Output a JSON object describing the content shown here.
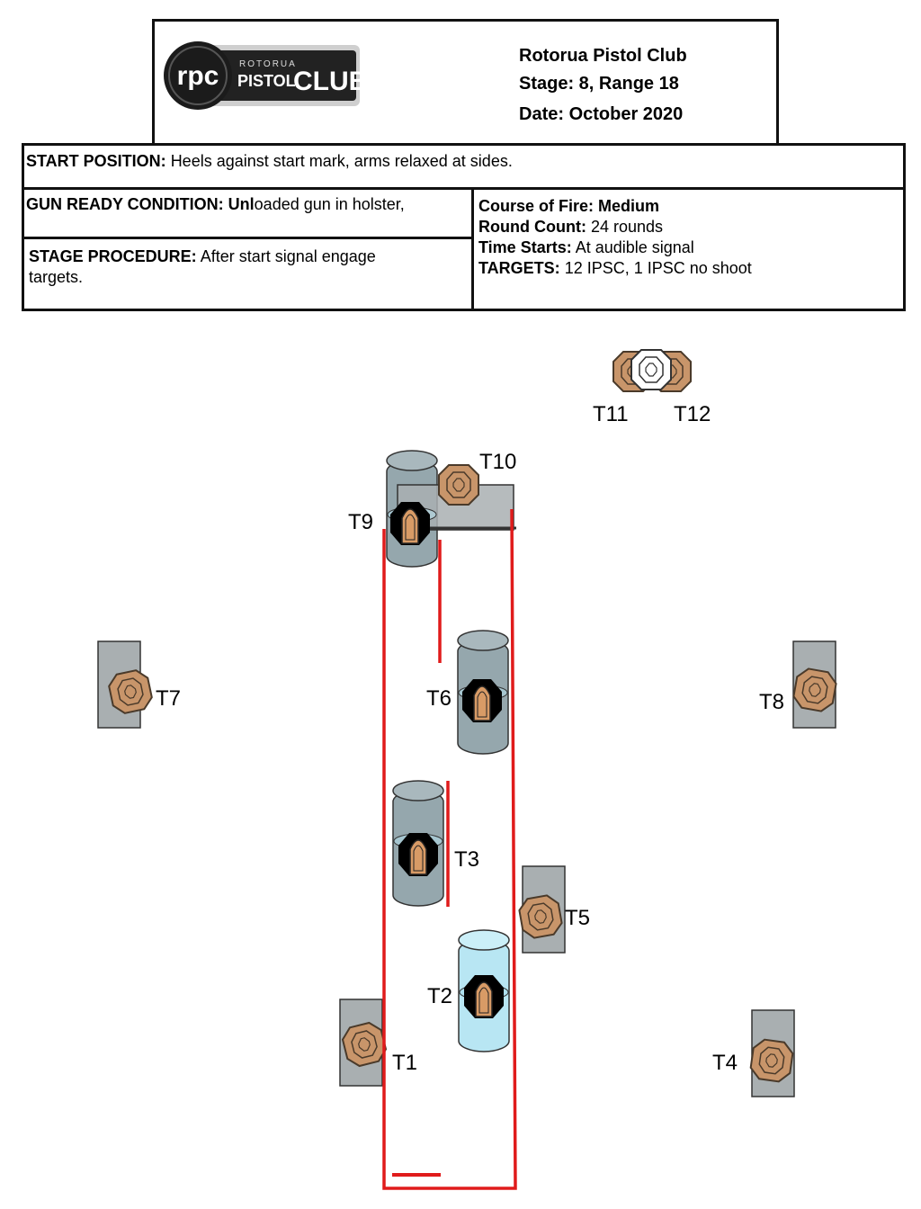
{
  "header": {
    "club_name": "Rotorua Pistol Club",
    "stage_line": "Stage: 8, Range 18",
    "date_line": "Date: October 2020",
    "logo": {
      "initials": "rpc",
      "small_text": "ROTORUA",
      "word1": "PISTOL",
      "word2": "CLUB"
    }
  },
  "start_position": {
    "label": "START POSITION:",
    "text": "Heels against start mark, arms relaxed at sides."
  },
  "gun_ready": {
    "label": "GUN READY CONDITION: Unl",
    "text": "oaded gun in holster,"
  },
  "stage_procedure": {
    "label": "STAGE PROCEDURE:",
    "text": "After start signal engage",
    "text2": "targets."
  },
  "course": {
    "course_label": "Course of Fire:",
    "course_value": "Medium",
    "round_label": "Round Count:",
    "round_value": "24 rounds",
    "time_label": "Time Starts:",
    "time_value": "At audible signal",
    "targets_label": "TARGETS:",
    "targets_value": "12 IPSC, 1 IPSC no shoot"
  },
  "targets": {
    "t1": "T1",
    "t2": "T2",
    "t3": "T3",
    "t4": "T4",
    "t5": "T5",
    "t6": "T6",
    "t7": "T7",
    "t8": "T8",
    "t9": "T9",
    "t10": "T10",
    "t11": "T11",
    "t12": "T12"
  },
  "colors": {
    "fault_line": "#e01b1b",
    "target_tan": "#c8956a",
    "stand_gray": "#a9afb1",
    "barrel_gray": "#95a7ad",
    "barrel_light": "#b8e6f3"
  }
}
